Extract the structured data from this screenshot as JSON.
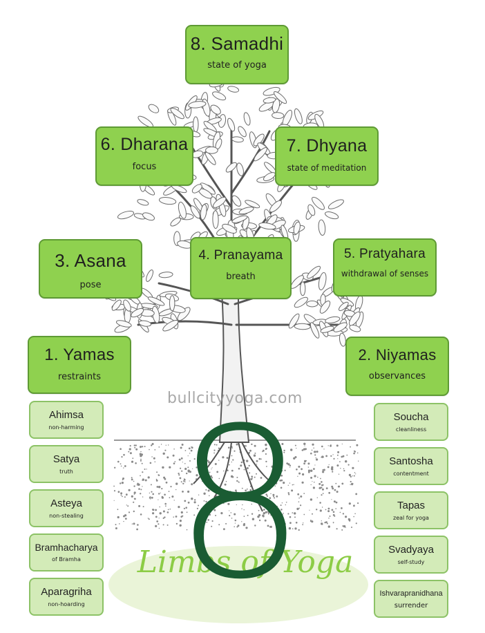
{
  "limbs": [
    {
      "title": "8. Samadhi",
      "sub": "state of yoga"
    },
    {
      "title": "6. Dharana",
      "sub": "focus"
    },
    {
      "title": "7. Dhyana",
      "sub": "state of meditation"
    },
    {
      "title": "3. Asana",
      "sub": "pose"
    },
    {
      "title": "4. Pranayama",
      "sub": "breath"
    },
    {
      "title": "5. Pratyahara",
      "sub": "withdrawal of senses"
    },
    {
      "title": "1. Yamas",
      "sub": "restraints"
    },
    {
      "title": "2. Niyamas",
      "sub": "observances"
    }
  ],
  "yamas": [
    {
      "name": "Ahimsa",
      "meaning": "non-harming"
    },
    {
      "name": "Satya",
      "meaning": "truth"
    },
    {
      "name": "Asteya",
      "meaning": "non-stealing"
    },
    {
      "name": "Bramhacharya",
      "meaning": "of Bramha"
    },
    {
      "name": "Aparagriha",
      "meaning": "non-hoarding"
    }
  ],
  "niyamas": [
    {
      "name": "Soucha",
      "meaning": "cleanliness"
    },
    {
      "name": "Santosha",
      "meaning": "contentment"
    },
    {
      "name": "Tapas",
      "meaning": "zeal for yoga"
    },
    {
      "name": "Svadyaya",
      "meaning": "self-study"
    },
    {
      "name": "Ishvarapranidhana",
      "meaning": "surrender"
    }
  ],
  "big_number": "8",
  "subtitle": "Limbs of Yoga",
  "watermark": "bullcityyoga.com",
  "colors": {
    "limb_fill": "#8fd14f",
    "sub_fill": "#d3ebb8",
    "eight": "#1a5c33",
    "script": "#8ccc45"
  }
}
